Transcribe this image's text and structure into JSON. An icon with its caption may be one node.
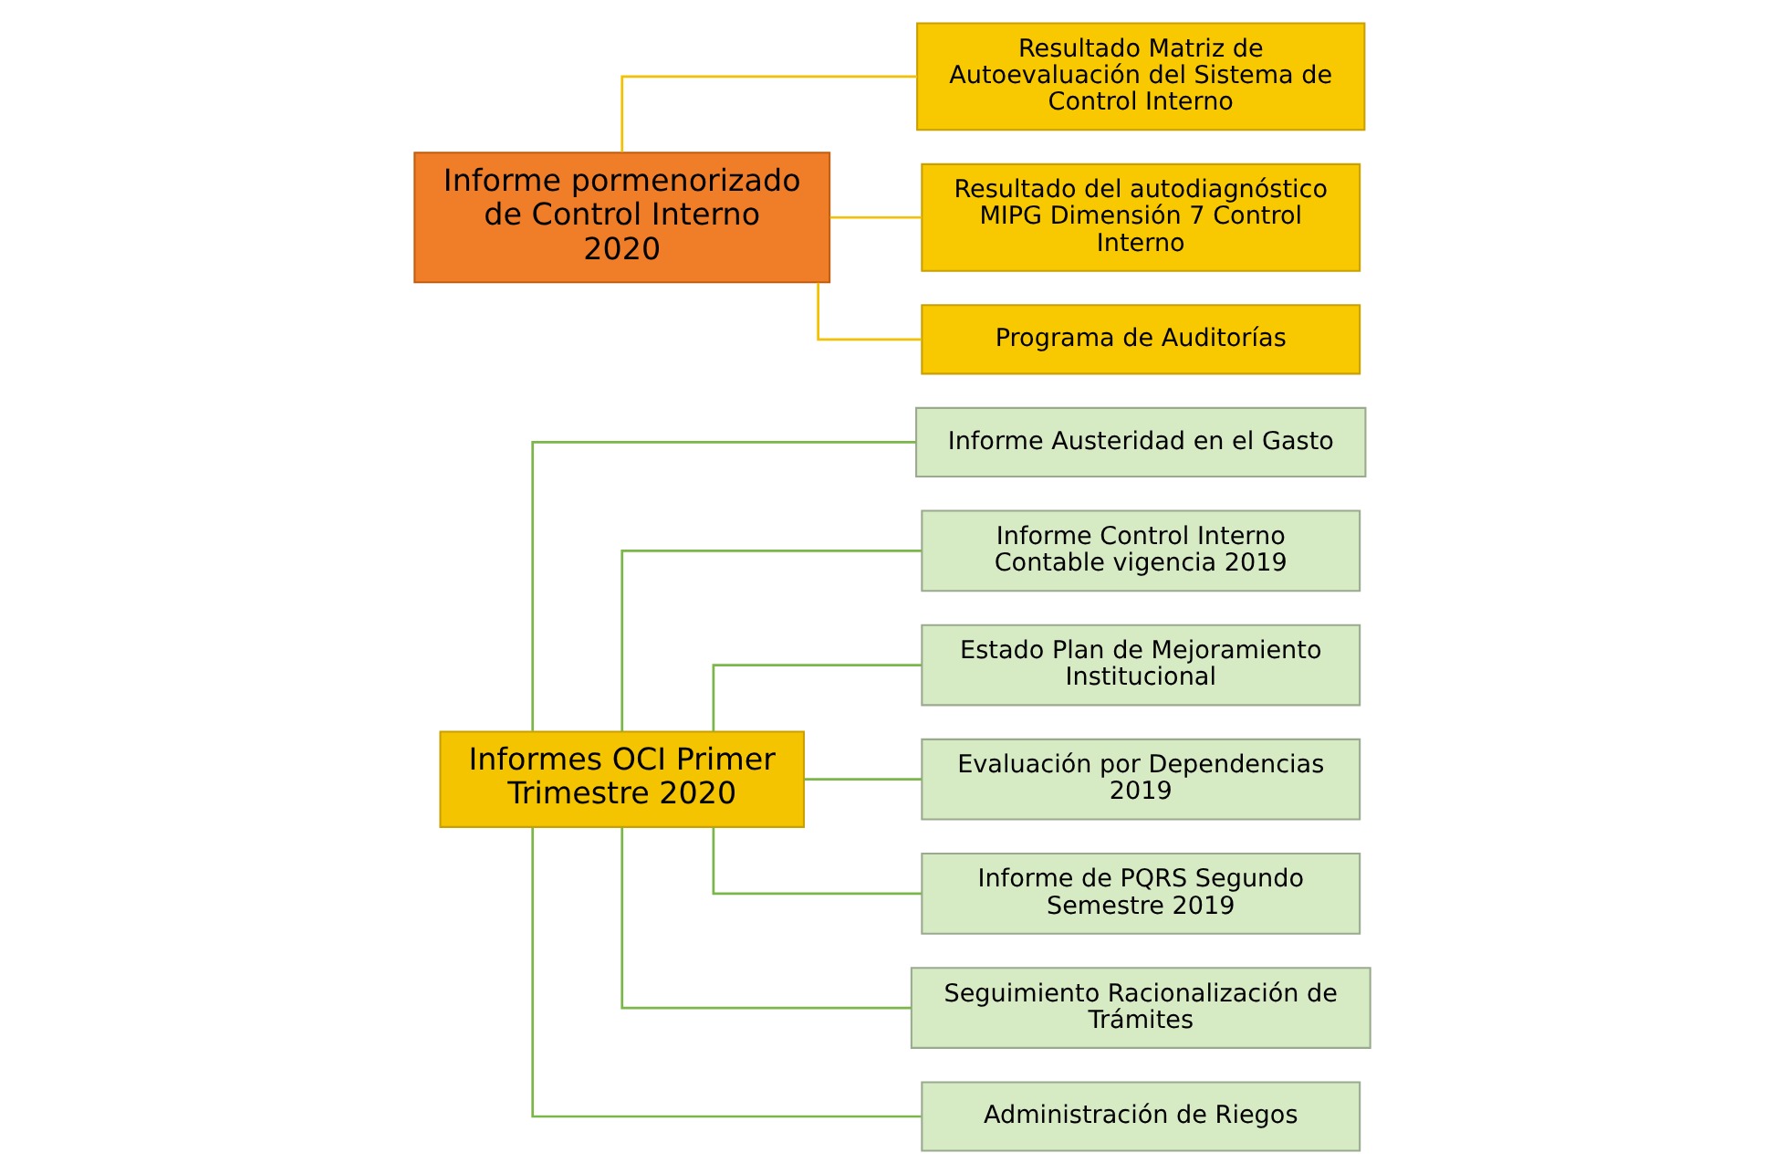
{
  "diagram": {
    "nodes": [
      {
        "text": [
          "Informes OCI Primer Trimestre 2020"
        ]
      },
      {
        "text": [
          "Informe Austeridad en el Gasto"
        ]
      },
      {
        "text": [
          "Informe Control Interno Contable vigencia 2019"
        ]
      },
      {
        "text": [
          "Estado Plan de Mejoramiento Institucional"
        ]
      },
      {
        "text": [
          "Evaluación por Dependencias 2019"
        ]
      },
      {
        "text": [
          "Informe de PQRS Segundo Semestre 2019"
        ]
      },
      {
        "text": [
          "Seguimiento Racionalización de Trámites"
        ]
      },
      {
        "text": [
          "Administración de Riegos"
        ]
      },
      {
        "text": [
          "Informe pormenorizado de Control Interno 2020"
        ]
      },
      {
        "text": [
          "Resultado Matriz de Autoevaluación del Sistema de Control Interno"
        ]
      },
      {
        "text": [
          "Resultado del autodiagnóstico MIPG Dimensión 7 Control Interno"
        ]
      },
      {
        "text": [
          "Programa de Auditorías"
        ]
      }
    ],
    "edges": [
      {
        "from": 0,
        "to": 1,
        "arrow": "none"
      },
      {
        "from": 0,
        "to": 2,
        "arrow": "none"
      },
      {
        "from": 0,
        "to": 3,
        "arrow": "none"
      },
      {
        "from": 0,
        "to": 4,
        "arrow": "none"
      },
      {
        "from": 0,
        "to": 5,
        "arrow": "none"
      },
      {
        "from": 0,
        "to": 6,
        "arrow": "none"
      },
      {
        "from": 0,
        "to": 7,
        "arrow": "none"
      },
      {
        "from": 8,
        "to": 9,
        "arrow": "none",
        "color": "#f5c000"
      },
      {
        "from": 8,
        "to": 10,
        "arrow": "none",
        "color": "#f5c000"
      },
      {
        "from": 8,
        "to": 11,
        "arrow": "none",
        "color": "#f5c000"
      }
    ]
  }
}
